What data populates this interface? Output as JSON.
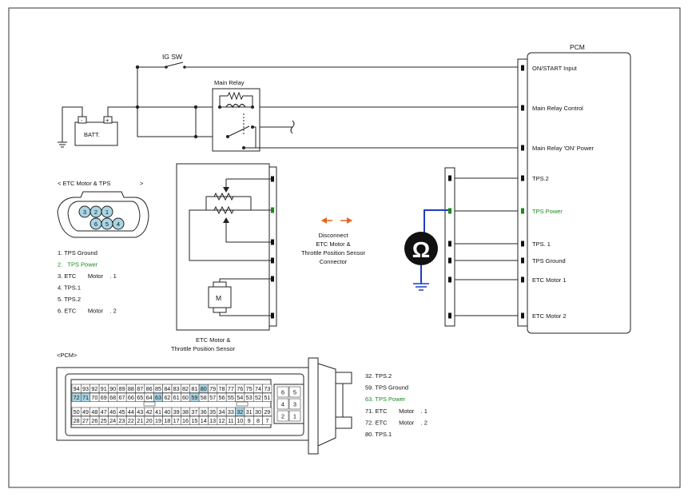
{
  "diagram": {
    "pcm_title": "PCM",
    "ig_sw": "IG SW",
    "main_relay": "Main Relay",
    "battery": "BATT.",
    "battery_neg": "-",
    "battery_pos": "+",
    "pcm_pins": [
      {
        "label": "ON/START Input"
      },
      {
        "label": "Main Relay Control"
      },
      {
        "label": "Main Relay 'ON' Power"
      },
      {
        "label": "TPS.2"
      },
      {
        "label": "TPS Power"
      },
      {
        "label": "TPS. 1"
      },
      {
        "label": "TPS Ground"
      },
      {
        "label": "ETC Motor 1"
      },
      {
        "label": "ETC Motor 2"
      }
    ],
    "etc_connector_title": "< ETC Motor & TPS",
    "etc_connector_close": ">",
    "etc_pin_numbers": [
      "3",
      "2",
      "1",
      "6",
      "5",
      "4"
    ],
    "etc_legend": [
      {
        "text": "1. TPS Ground",
        "highlight": false
      },
      {
        "text": "2.   TPS Power",
        "highlight": true
      },
      {
        "text": "3. ETC       Motor    . 1",
        "highlight": false
      },
      {
        "text": "4. TPS.1",
        "highlight": false
      },
      {
        "text": "5. TPS.2",
        "highlight": false
      },
      {
        "text": "6. ETC       Motor    . 2",
        "highlight": false
      }
    ],
    "motor_symbol": "M",
    "etc_block_label_1": "ETC Motor &",
    "etc_block_label_2": "Throttle Position Sensor",
    "disconnect": [
      "Disconnect",
      "ETC Motor &",
      "Throttle Position Sensor",
      "Connector"
    ],
    "ohm_symbol": "Ω",
    "pcm_connector_title": "<PCM>",
    "pcm_connector_legend": [
      {
        "text": "32. TPS.2",
        "highlight": false
      },
      {
        "text": "59. TPS Ground",
        "highlight": false
      },
      {
        "text": "63. TPS Power",
        "highlight": true
      },
      {
        "text": "71. ETC       Motor    . 1",
        "highlight": false
      },
      {
        "text": "72. ETC       Motor    . 2",
        "highlight": false
      },
      {
        "text": "80. TPS.1",
        "highlight": false
      }
    ],
    "pcm_rows": [
      [
        "94",
        "93",
        "92",
        "91",
        "90",
        "89",
        "88",
        "87",
        "86",
        "85",
        "84",
        "83",
        "82",
        "81",
        "80",
        "79",
        "78",
        "77",
        "76",
        "75",
        "74",
        "73"
      ],
      [
        "72",
        "71",
        "70",
        "69",
        "68",
        "67",
        "66",
        "65",
        "64",
        "63",
        "62",
        "61",
        "60",
        "59",
        "58",
        "57",
        "56",
        "55",
        "54",
        "53",
        "52",
        "51"
      ],
      [
        "50",
        "49",
        "48",
        "47",
        "46",
        "45",
        "44",
        "43",
        "42",
        "41",
        "40",
        "39",
        "38",
        "37",
        "36",
        "35",
        "34",
        "33",
        "32",
        "31",
        "30",
        "29"
      ],
      [
        "28",
        "27",
        "26",
        "25",
        "24",
        "23",
        "22",
        "21",
        "20",
        "19",
        "18",
        "17",
        "16",
        "15",
        "14",
        "13",
        "12",
        "11",
        "10",
        "9",
        "8",
        "7"
      ]
    ],
    "pcm_highlight_pins": [
      "80",
      "72",
      "71",
      "63",
      "59",
      "32"
    ],
    "pcm_small_pins": [
      "6",
      "5",
      "4",
      "3",
      "2",
      "1"
    ],
    "colors": {
      "highlight_pin": "#a9d6e5",
      "tps_power": "#1a8a1a",
      "probe": "#1e3cc8",
      "arrow": "#e8641c"
    }
  }
}
